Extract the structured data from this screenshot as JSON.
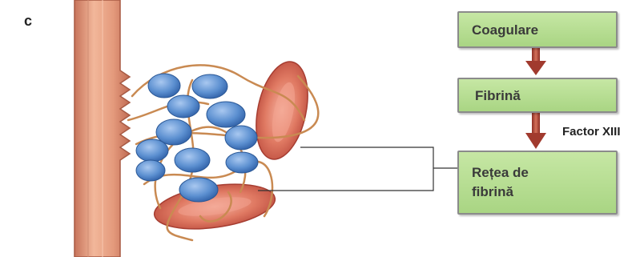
{
  "panel": {
    "letter": "c"
  },
  "flow": {
    "step1": "Coagulare",
    "step2": "Fibrină",
    "step3_line1": "Rețea de",
    "step3_line2": "fibrină",
    "arrow2_label": "Factor XIII"
  },
  "colors": {
    "box_fill": "#b5dc8f",
    "box_border": "#8b8b8b",
    "arrow": "#b5483a",
    "vessel": "#e9a182",
    "platelet": "#5b8fd0",
    "red_cell": "#d9604a",
    "fibrin_strand": "#c98a52"
  },
  "illustration": {
    "items": [
      "vessel-wall",
      "platelets",
      "red-blood-cells",
      "fibrin-strands",
      "connector-bracket"
    ]
  }
}
